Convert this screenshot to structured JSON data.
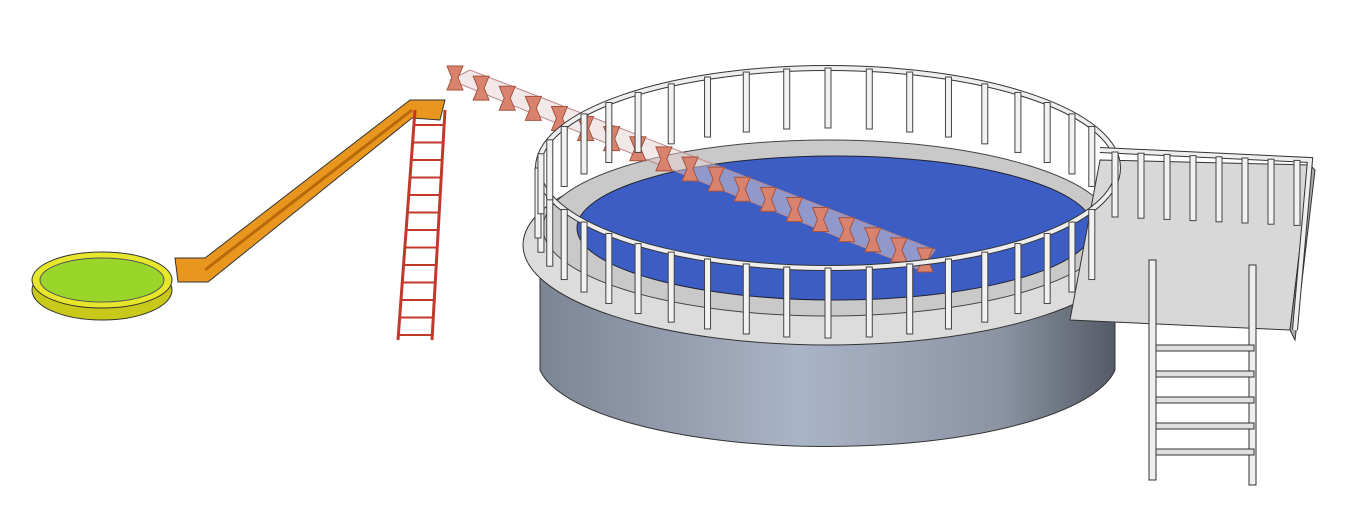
{
  "scene": {
    "colors": {
      "background": "#ffffff",
      "tank_wall": "#9aa4b4",
      "tank_wall_dark": "#5f6673",
      "water": "#3c5ec4",
      "walkway": "#d8d8d8",
      "railing": "#f2f2f2",
      "slide": "#e8961e",
      "red_ladder": "#c0392b",
      "screw": "#d9826e",
      "small_pool_rim": "#e6e62a",
      "small_pool_water": "#9ad62a"
    },
    "objects": [
      "circular-tank",
      "railing",
      "platform",
      "platform-ladder",
      "screw-conveyor",
      "slide-chute",
      "red-ladder",
      "small-basin"
    ]
  }
}
